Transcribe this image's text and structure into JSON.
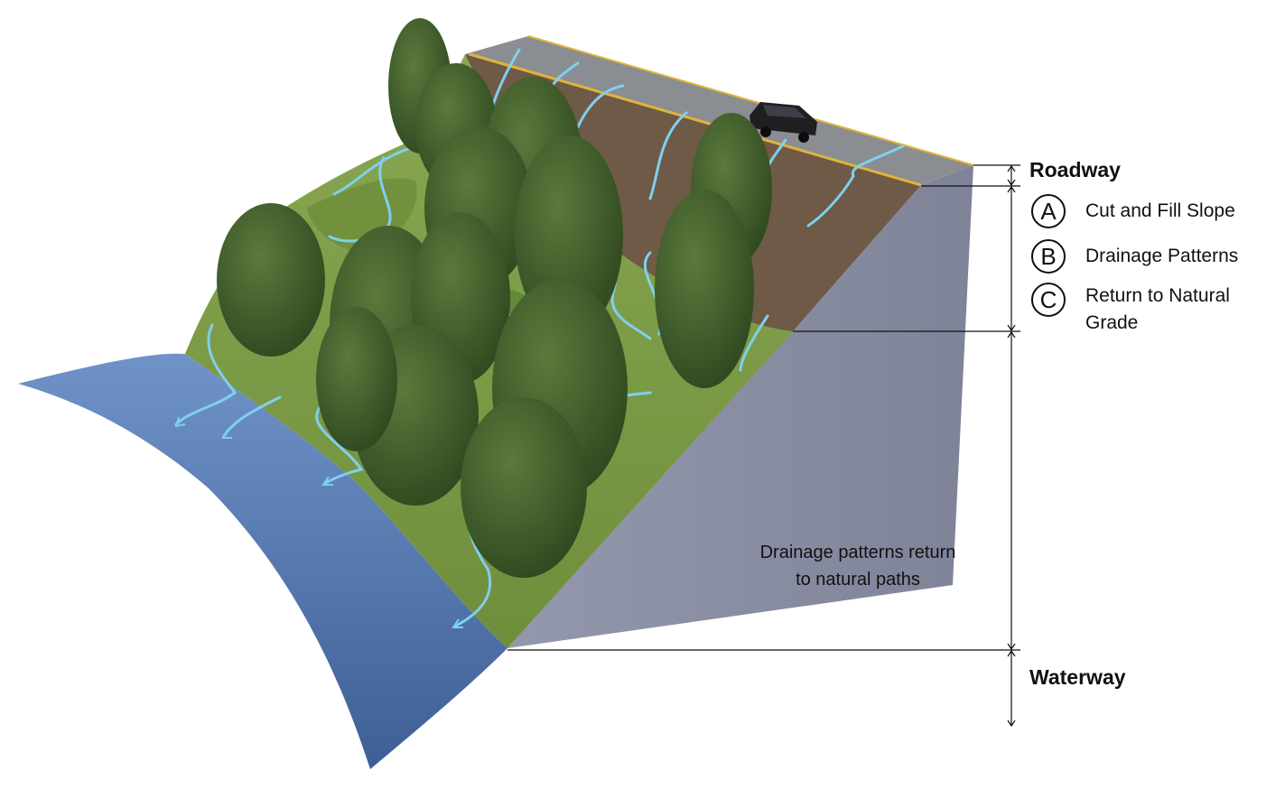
{
  "labels": {
    "roadway": "Roadway",
    "waterway": "Waterway",
    "note_line1": "Drainage patterns return",
    "note_line2": "to natural paths"
  },
  "legend": [
    {
      "letter": "A",
      "text": "Cut and Fill Slope"
    },
    {
      "letter": "B",
      "text": "Drainage Patterns"
    },
    {
      "letter": "C",
      "text_line1": "Return to Natural",
      "text_line2": "Grade"
    }
  ],
  "colors": {
    "road": "#8a8d92",
    "road_edge": "#e0b43a",
    "cut_slope": "#6e5a46",
    "grass": "#7f9a46",
    "grass_dark": "#5f7d35",
    "water": "#4f74ad",
    "side_face": "#8e92a6",
    "drainage": "#7fd0ee",
    "tree": "#3e5a2a"
  }
}
